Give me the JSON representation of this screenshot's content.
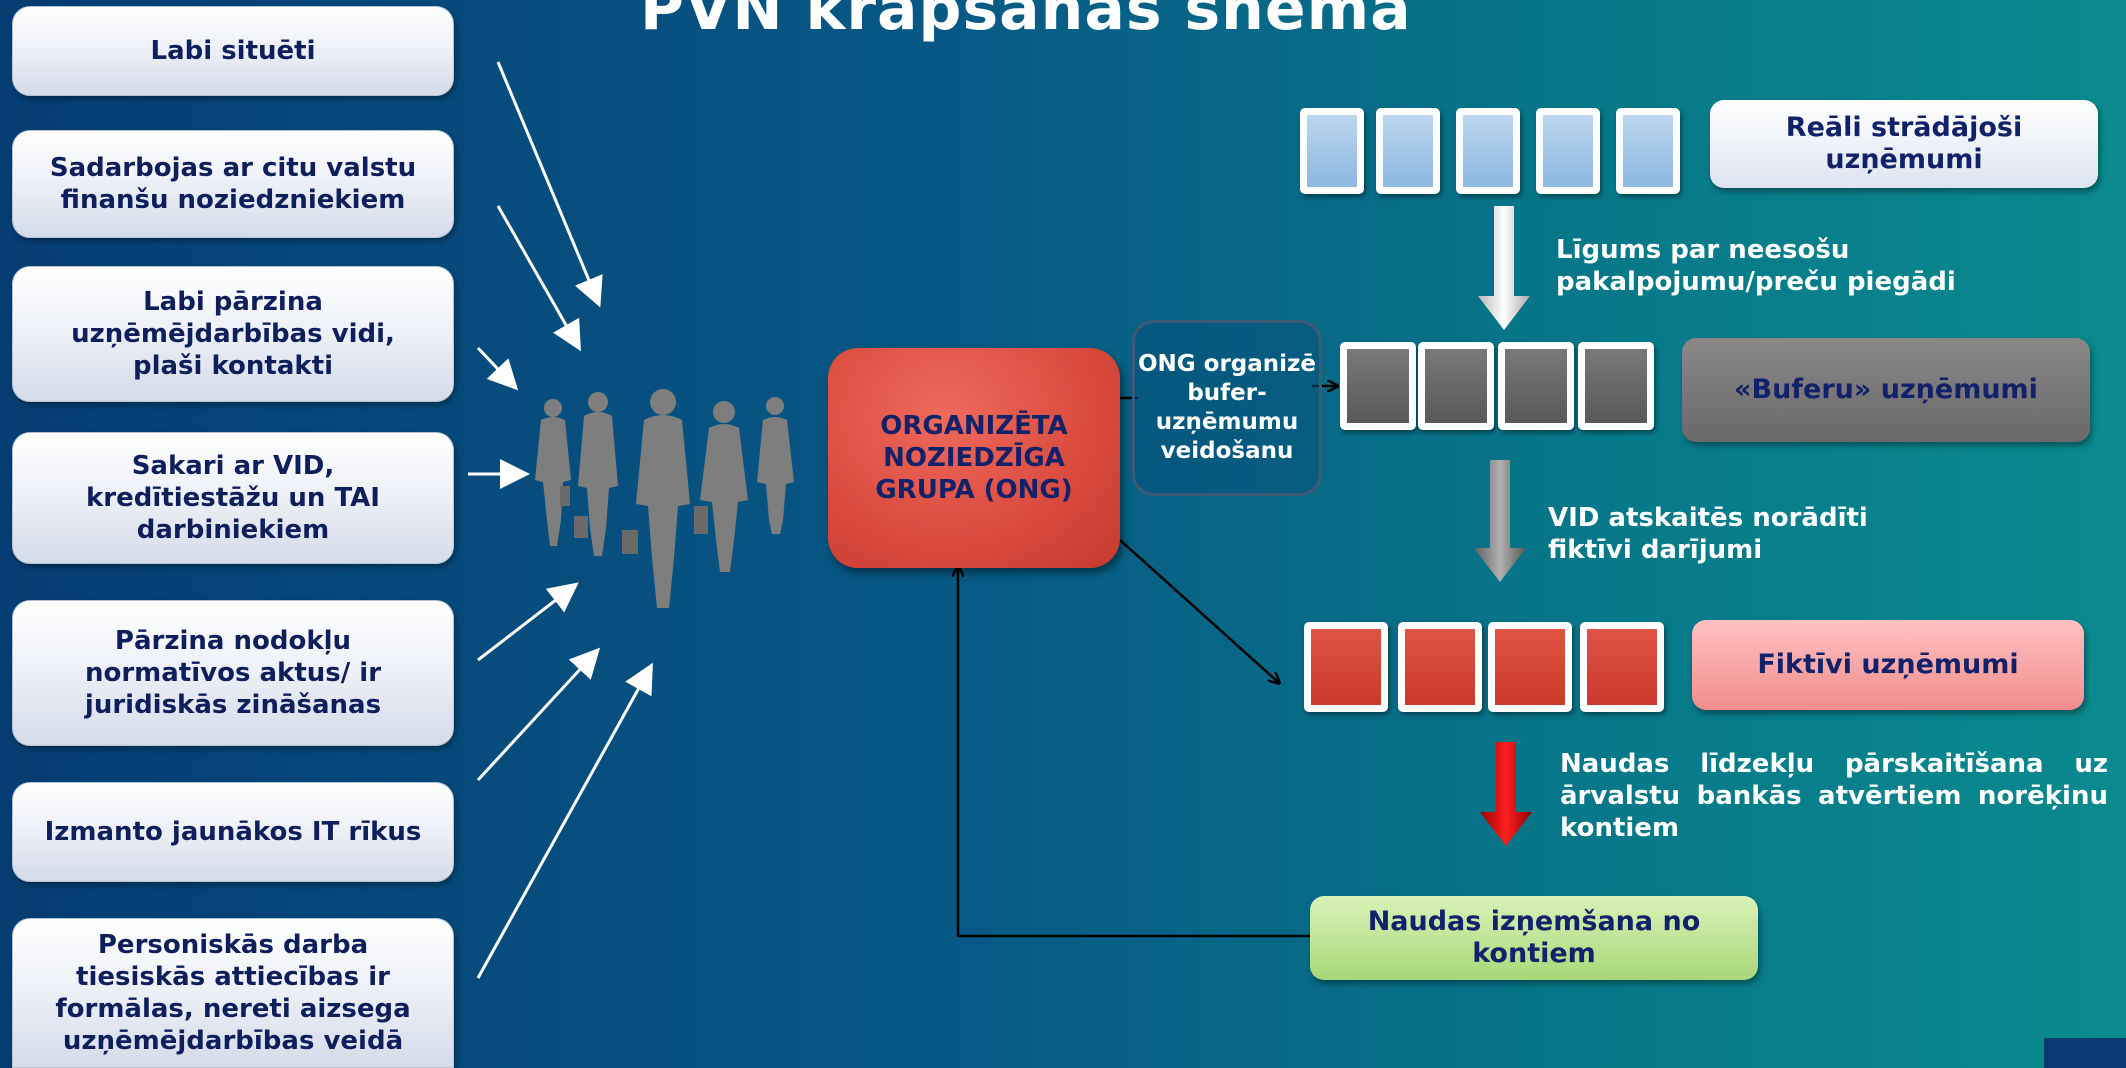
{
  "title": "PVN krāpšanas shēma",
  "traits": [
    "Labi situēti",
    "Sadarbojas ar citu valstu finanšu noziedzniekiem",
    "Labi pārzina uzņēmējdarbības vidi, plaši kontakti",
    "Sakari ar VID, kredītiestāžu un TAI darbiniekiem",
    "Pārzina nodokļu normatīvos aktus/ ir juridiskās zināšanas",
    "Izmanto jaunākos IT rīkus",
    "Personiskās darba tiesiskās attiecības ir formālas,  nereti aizsega uzņēmējdarbības veidā"
  ],
  "ong": {
    "line1": "ORGANIZĒTA",
    "line2": "NOZIEDZĪGA",
    "line3": "GRUPA (ONG)"
  },
  "ong_organizes": {
    "line1": "ONG organizē",
    "line2": "bufer-",
    "line3": "uzņēmumu",
    "line4": "veidošanu"
  },
  "companies": {
    "real": "Reāli strādājoši uzņēmumi",
    "buffer": "«Buferu» uzņēmumi",
    "fictive": "Fiktīvi uzņēmumi"
  },
  "notes": {
    "contract": {
      "line1": "Līgums par neesošu",
      "line2": "pakalpojumu/preču piegādi"
    },
    "vid": {
      "line1": "VID atskaitēs norādīti",
      "line2": "fiktīvi darījumi"
    },
    "transfer": "Naudas līdzekļu pārskaitīšana uz ārvalstu bankās atvērtiem norēķinu kontiem"
  },
  "withdrawal": "Naudas izņemšana no kontiem",
  "icons": [
    "people-group-icon"
  ],
  "colors": {
    "ong_red": "#d94a3d",
    "fictive_red": "#c9392c",
    "buffer_grey": "#6a6868",
    "real_blue": "#8db8e0",
    "text_navy": "#12226a"
  }
}
